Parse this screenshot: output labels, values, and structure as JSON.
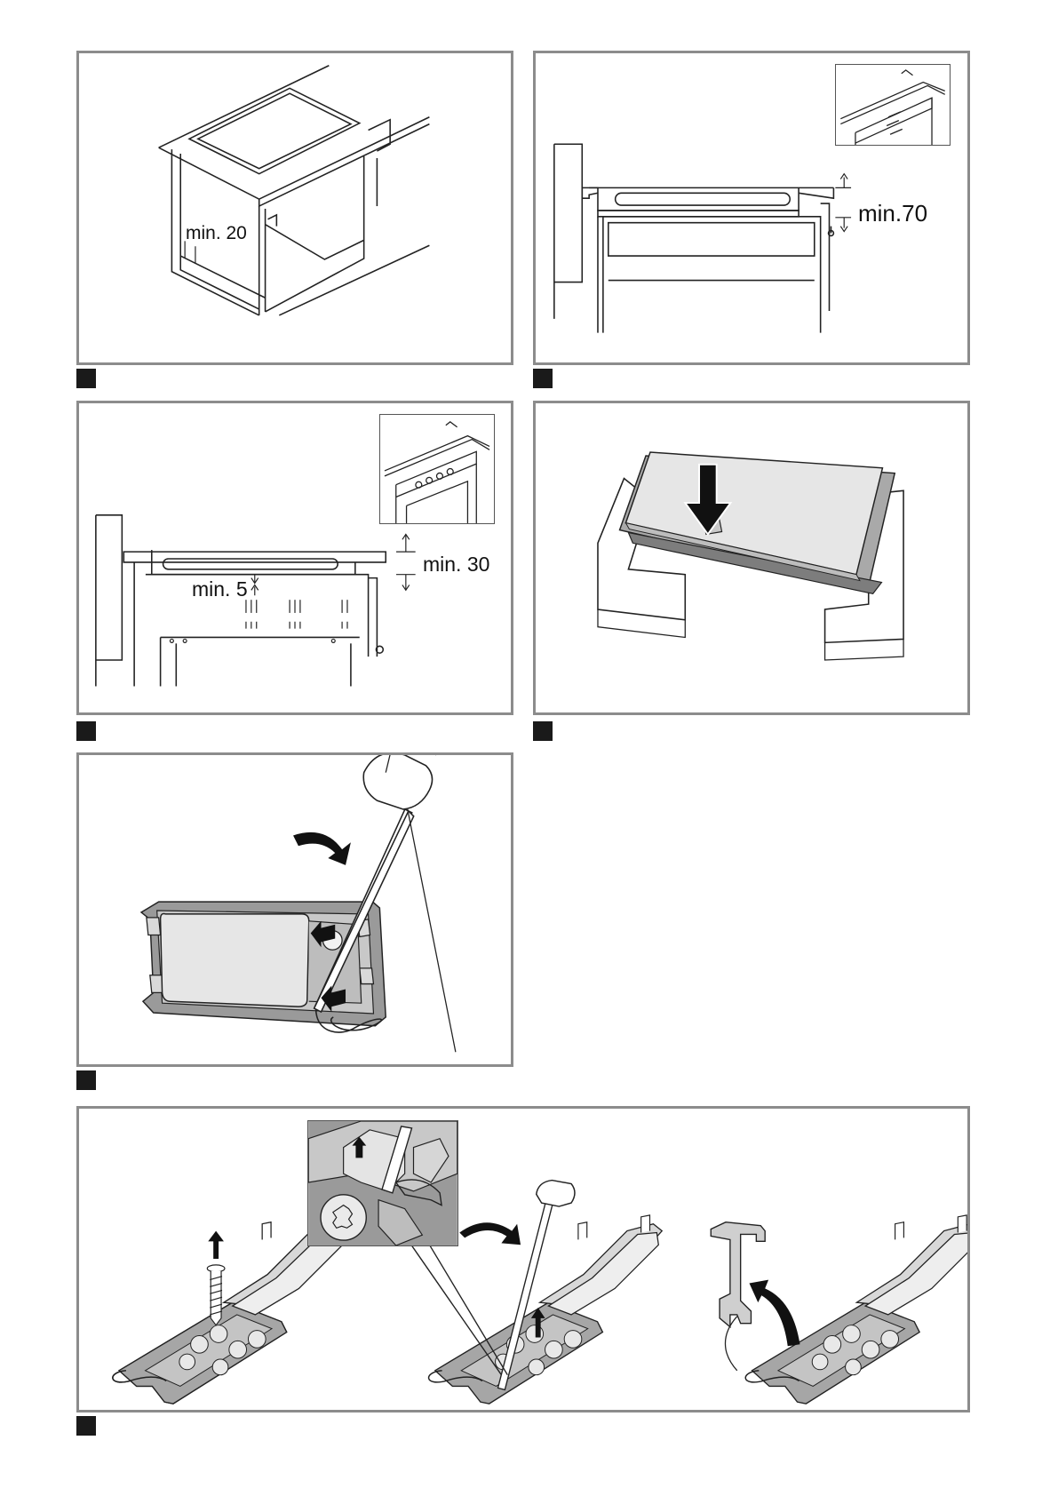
{
  "figures": [
    {
      "id": "fig1",
      "dimension_label": "min. 20"
    },
    {
      "id": "fig2",
      "dimension_label": "min.70"
    },
    {
      "id": "fig3",
      "dimension_labels": [
        "min. 30",
        "min. 5"
      ]
    },
    {
      "id": "fig4"
    },
    {
      "id": "fig5"
    },
    {
      "id": "fig6"
    }
  ],
  "colors": {
    "frame": "#8c8c8c",
    "marker": "#1a1a1a",
    "arrow": "#111111",
    "surface": "#e6e6e6",
    "shade": "#cfcfcf"
  }
}
